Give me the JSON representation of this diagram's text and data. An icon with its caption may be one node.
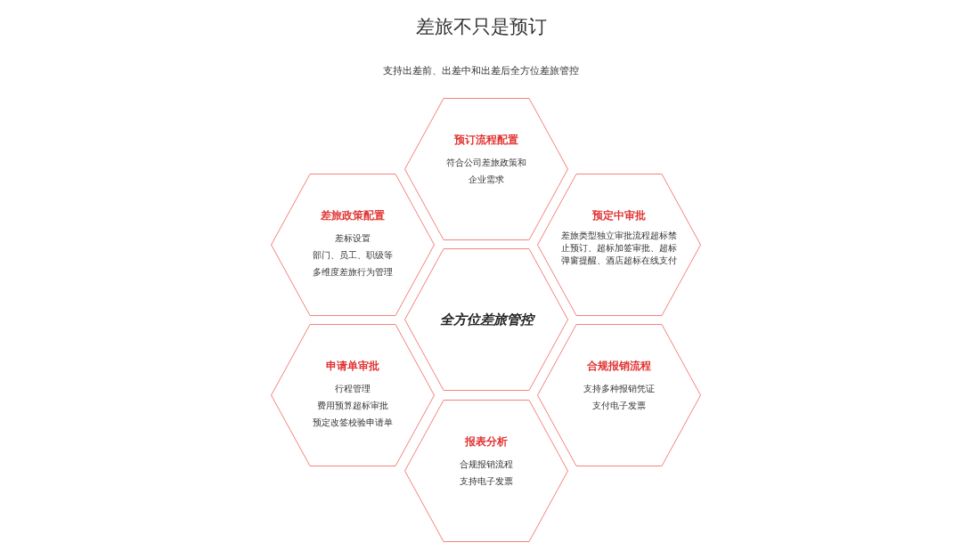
{
  "diagram": {
    "title": "差旅不只是预订",
    "nodes": [
      {
        "text": [
          "预订流程配置",
          "符合公司差旅政策和企业需求"
        ]
      },
      {
        "text": [
          "差旅政策配置",
          "差标设置",
          "部门、员工、职级等",
          "多维度差旅行为管理"
        ]
      },
      {
        "text": [
          "预定中审批",
          "差旅类型独立审批流程超标禁止预订、超标加签审批、超标弹窗提醒、酒店超标在线支付"
        ]
      },
      {
        "text": [
          "全方位差旅管控"
        ]
      },
      {
        "text": [
          "申请单审批",
          "行程管理",
          "费用预算超标审批",
          "预定改签校验申请单"
        ]
      },
      {
        "text": [
          "合规报销流程",
          "支持多种报销凭证",
          "支付电子发票"
        ]
      },
      {
        "text": [
          "报表分析",
          "合规报销流程",
          "支持电子发票"
        ]
      }
    ],
    "labels": [
      "支持出差前、出差中和出差后全方位差旅管控"
    ]
  }
}
